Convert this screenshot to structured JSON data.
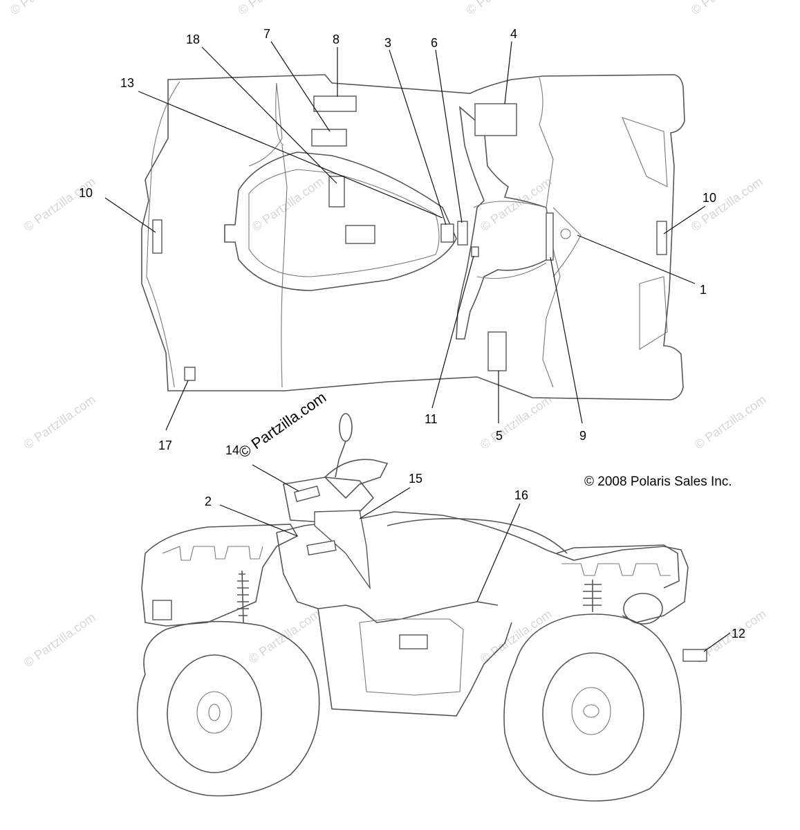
{
  "copyright": "© 2008 Polaris Sales Inc.",
  "watermark_overlay": "© Partzilla.com",
  "watermark_tile": "© Partzilla.com",
  "callouts": {
    "c18": "18",
    "c7": "7",
    "c8": "8",
    "c3": "3",
    "c6": "6",
    "c4": "4",
    "c13": "13",
    "c10_left": "10",
    "c10_right": "10",
    "c1": "1",
    "c17": "17",
    "c11": "11",
    "c5": "5",
    "c9": "9",
    "c14": "14",
    "c15": "15",
    "c2": "2",
    "c16": "16",
    "c12": "12"
  }
}
